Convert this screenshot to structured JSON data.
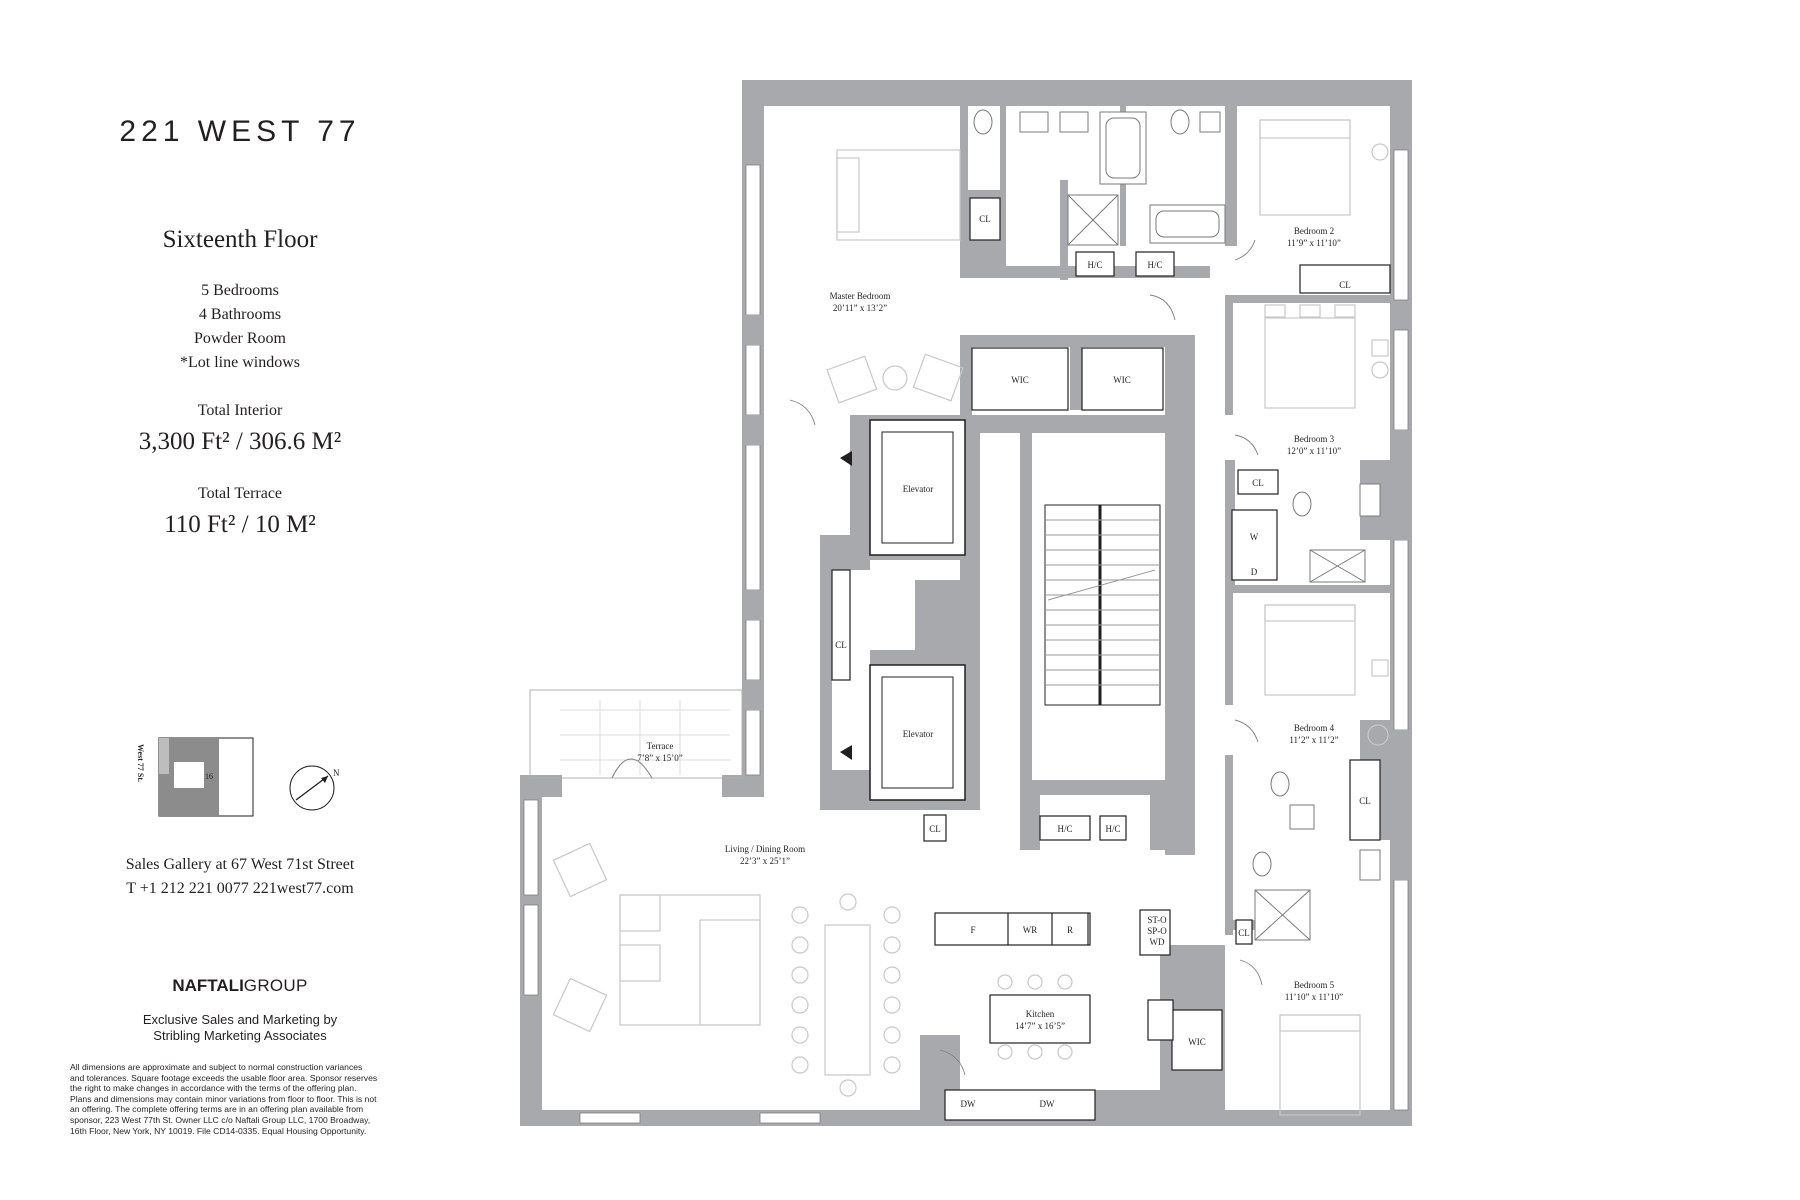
{
  "brand": {
    "title": "221 WEST 77"
  },
  "unit": {
    "floor": "Sixteenth Floor",
    "features": [
      "5 Bedrooms",
      "4 Bathrooms",
      "Powder Room",
      "*Lot line windows"
    ],
    "interior_label": "Total Interior",
    "interior_value": "3,300 Ft² / 306.6 M²",
    "terrace_label": "Total Terrace",
    "terrace_value": "110 Ft² / 10 M²"
  },
  "keyplan": {
    "street": "West 77 St.",
    "floor_number": "16",
    "compass": "N"
  },
  "contact": {
    "gallery": "Sales Gallery at 67 West 71st Street",
    "phone_web": "T +1 212 221 0077   221west77.com"
  },
  "developer": {
    "name_bold": "NAFTALI",
    "name_light": "GROUP",
    "marketing_line1": "Exclusive Sales and Marketing by",
    "marketing_line2": "Stribling Marketing Associates"
  },
  "disclaimer": [
    "All dimensions are approximate and subject to normal construction variances",
    "and tolerances. Square footage exceeds the usable floor area. Sponsor reserves",
    "the right to make changes in accordance with the terms of the offering plan.",
    "Plans and dimensions may contain minor variations from floor to floor. This is not",
    "an offering. The complete offering terms are in an offering plan available from",
    "sponsor, 223 West 77th St. Owner LLC c/o Naftali Group LLC, 1700 Broadway,",
    "16th Floor, New York, NY 10019. File CD14-0335. Equal Housing Opportunity."
  ],
  "rooms": {
    "master_name": "Master Bedroom",
    "master_dim": "20’11” x 13’2”",
    "bed2_name": "Bedroom 2",
    "bed2_dim": "11’9” x 11’10”",
    "bed3_name": "Bedroom 3",
    "bed3_dim": "12’0” x 11’10”",
    "bed4_name": "Bedroom 4",
    "bed4_dim": "11’2” x 11’2”",
    "bed5_name": "Bedroom 5",
    "bed5_dim": "11’10” x 11’10”",
    "living_name": "Living / Dining Room",
    "living_dim": "22’3” x 25’1”",
    "kitchen_name": "Kitchen",
    "kitchen_dim": "14’7” x 16’5”",
    "terrace_name": "Terrace",
    "terrace_dim": "7’8” x 15’0”",
    "elevator": "Elevator"
  },
  "tags": {
    "cl": "CL",
    "hc": "H/C",
    "wic": "WIC",
    "w": "W",
    "d": "D",
    "f": "F",
    "wr": "WR",
    "r": "R",
    "dw": "DW",
    "st": "ST-O",
    "sp": "SP-O",
    "wd": "WD"
  }
}
